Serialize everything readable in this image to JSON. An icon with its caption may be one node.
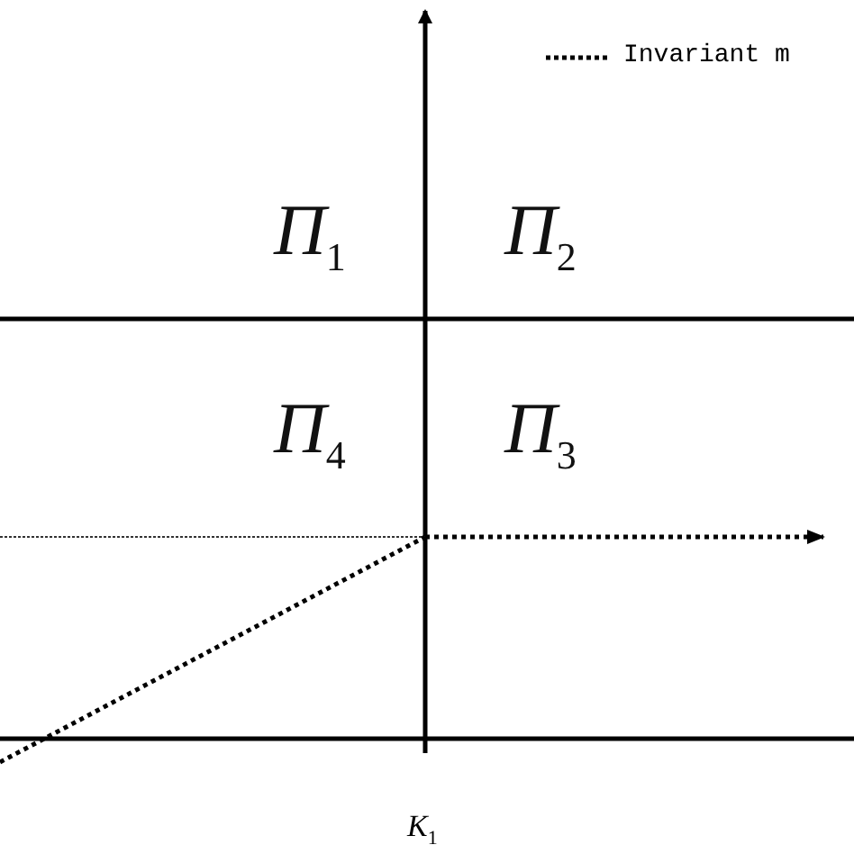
{
  "diagram": {
    "labels": [
      "Π$_{1}$",
      "Π$_{2}$",
      "Π$_{4}$",
      "Π$_{3}$",
      "K$_{1}$"
    ],
    "legend": [
      {
        "text": "Invariant m"
      }
    ]
  }
}
